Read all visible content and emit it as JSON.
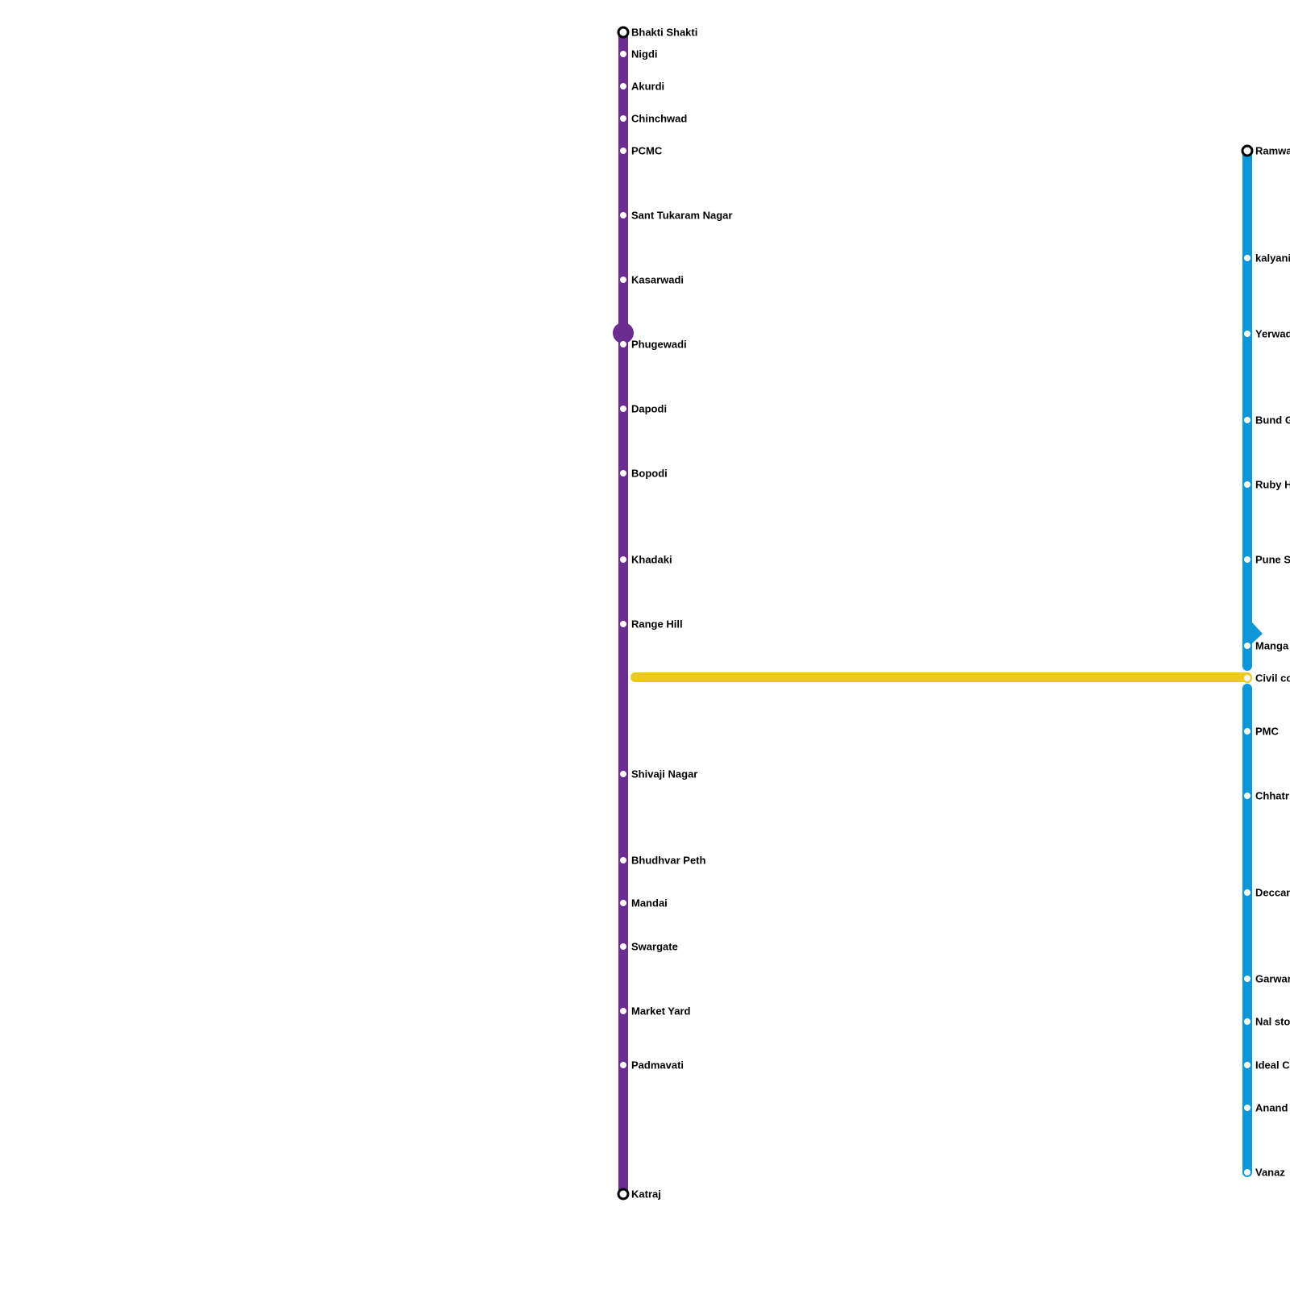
{
  "colors": {
    "background": "#ffffff",
    "purple_line": "#6b2d8f",
    "blue_line": "#0a98d8",
    "yellow_line": "#ecc91c",
    "station_fill": "#ffffff",
    "terminal_stroke": "#000000",
    "label": "#000000"
  },
  "lines": [
    {
      "id": "purple",
      "color": "#6b2d8f",
      "stations": [
        {
          "name": "Bhakti Shakti",
          "terminal": true
        },
        {
          "name": "Nigdi"
        },
        {
          "name": "Akurdi"
        },
        {
          "name": "Chinchwad"
        },
        {
          "name": "PCMC"
        },
        {
          "name": "Sant Tukaram Nagar"
        },
        {
          "name": "Kasarwadi"
        },
        {
          "name": "Phugewadi"
        },
        {
          "name": "Dapodi"
        },
        {
          "name": "Bopodi"
        },
        {
          "name": "Khadaki"
        },
        {
          "name": "Range Hill"
        },
        {
          "name": "Shivaji Nagar"
        },
        {
          "name": "Bhudhvar Peth"
        },
        {
          "name": "Mandai"
        },
        {
          "name": "Swargate"
        },
        {
          "name": "Market Yard"
        },
        {
          "name": "Padmavati"
        },
        {
          "name": "Katraj",
          "terminal": true
        }
      ]
    },
    {
      "id": "blue",
      "color": "#0a98d8",
      "stations": [
        {
          "name": "Ramwa",
          "terminal": true
        },
        {
          "name": "kalyani"
        },
        {
          "name": "Yerwad"
        },
        {
          "name": "Bund G"
        },
        {
          "name": "Ruby H"
        },
        {
          "name": "Pune S"
        },
        {
          "name": "Manga"
        },
        {
          "name": "Civil co",
          "interchange": true
        },
        {
          "name": "PMC"
        },
        {
          "name": "Chhatr"
        },
        {
          "name": "Deccan"
        },
        {
          "name": "Garwar"
        },
        {
          "name": "Nal sto"
        },
        {
          "name": "Ideal C"
        },
        {
          "name": "Anand"
        },
        {
          "name": "Vanaz"
        }
      ]
    },
    {
      "id": "yellow",
      "color": "#ecc91c",
      "connects": [
        "Range Hill",
        "Civil co"
      ]
    }
  ]
}
